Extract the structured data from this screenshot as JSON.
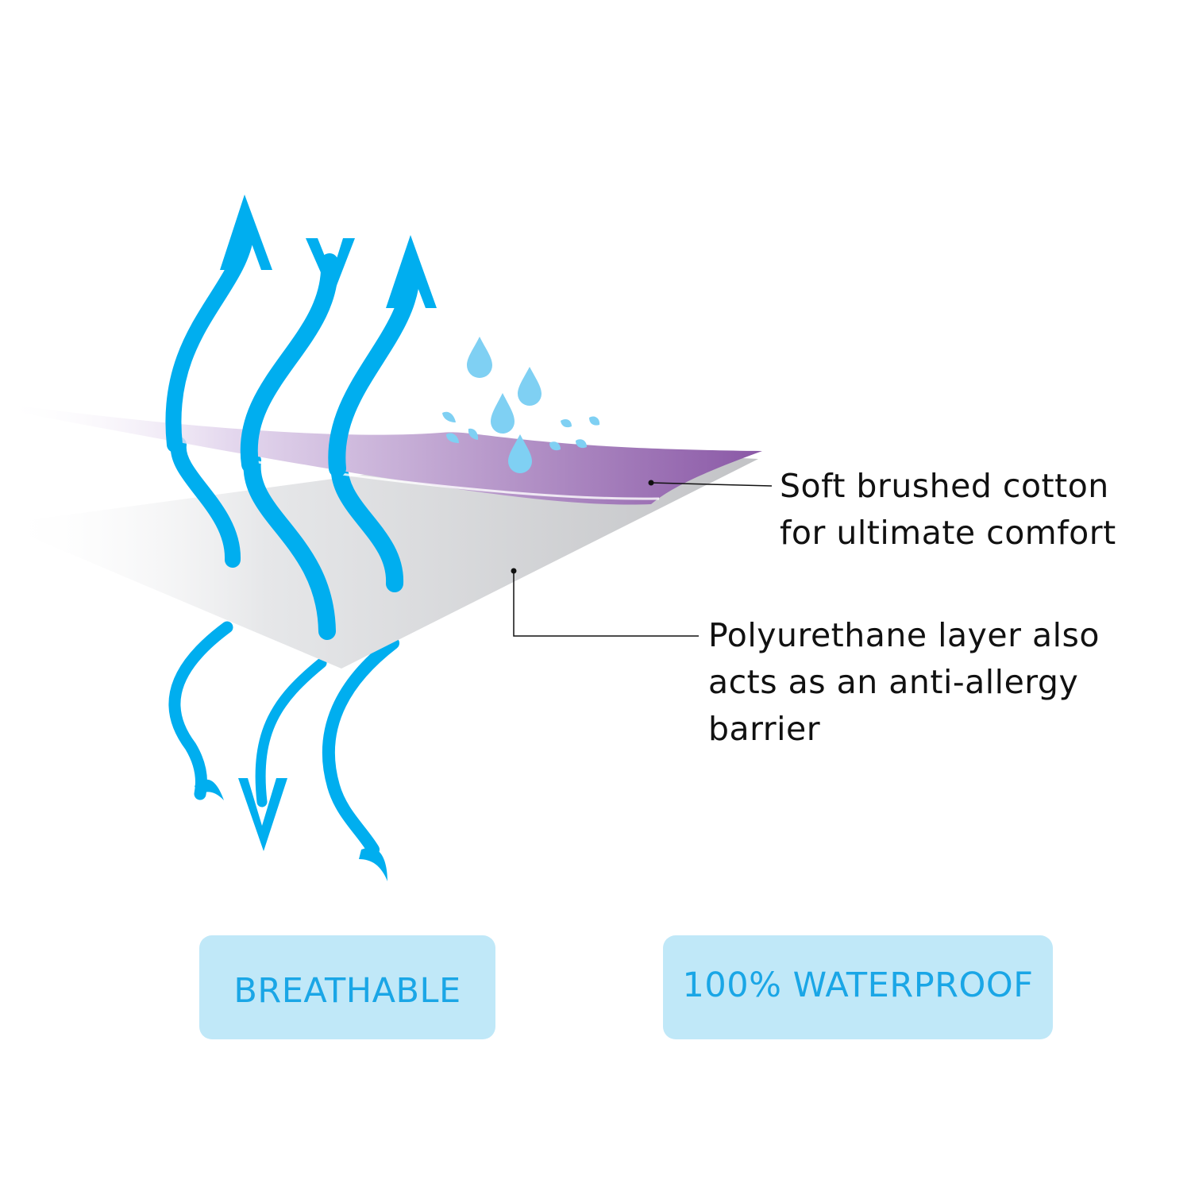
{
  "callouts": {
    "cotton": "Soft brushed cotton\nfor ultimate comfort",
    "polyurethane": "Polyurethane layer also\nacts as an anti-allergy\nbarrier"
  },
  "badges": {
    "breathable": "BREATHABLE",
    "waterproof": "100% WATERPROOF"
  },
  "colors": {
    "arrow_blue": "#00aeef",
    "cotton_purple": "#8e5ca8",
    "polyurethane_grey": "#c8c9cc",
    "droplet_blue": "#7fd0f3",
    "badge_background": "#c0e8f8",
    "badge_text": "#1aa6e6",
    "label_text": "#111111"
  },
  "icons": {
    "airflow": "airflow-arrow-icon",
    "water": "water-droplet-icon"
  }
}
